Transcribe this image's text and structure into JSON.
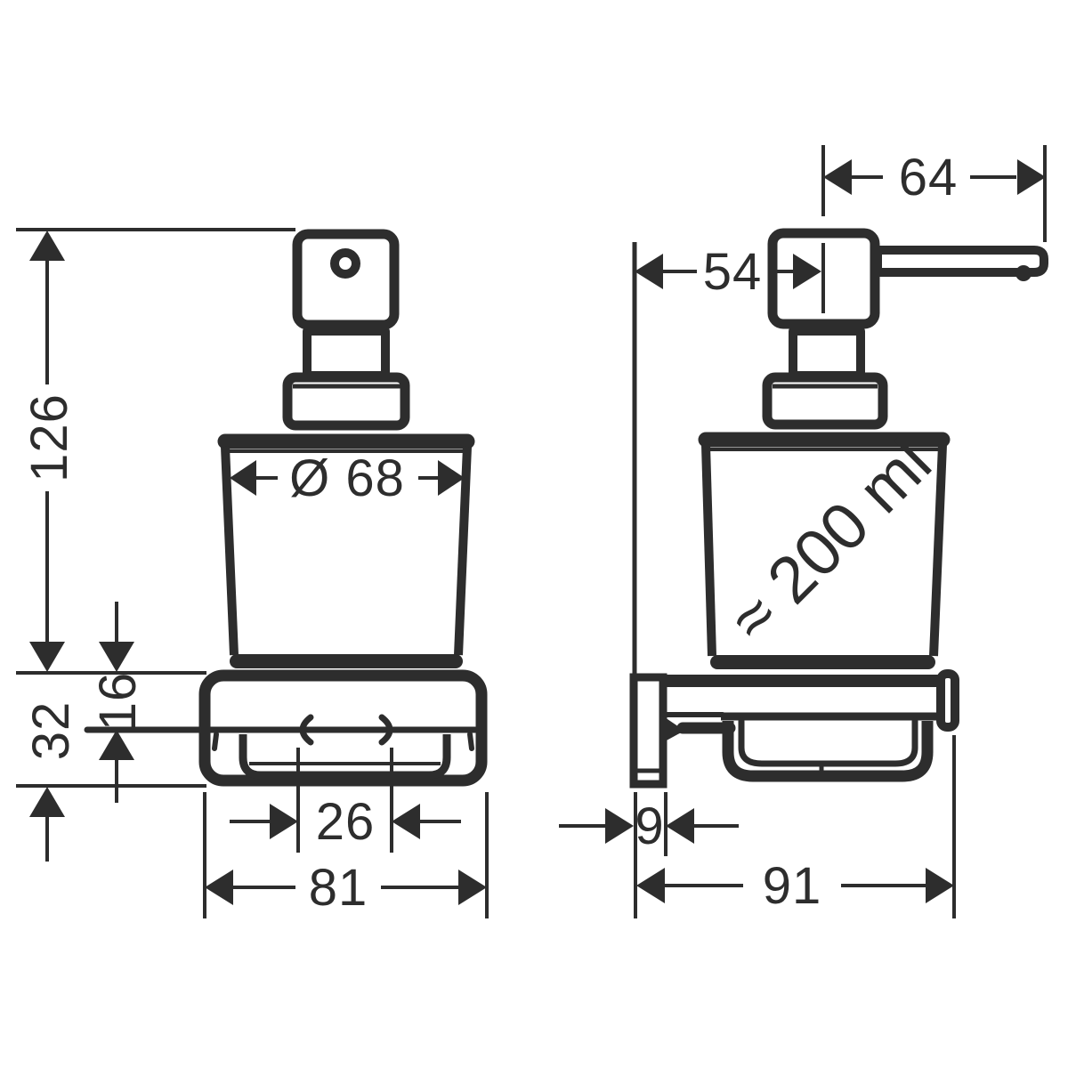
{
  "colors": {
    "line": "#2d2d2d",
    "background": "#ffffff"
  },
  "views": {
    "front": {
      "dims": {
        "total_height": "126",
        "holder_height": "32",
        "rim_height": "16",
        "diameter": "Ø 68",
        "screw_spacing": "26",
        "width": "81"
      }
    },
    "side": {
      "dims": {
        "spout_reach": "64",
        "wall_to_center": "54",
        "capacity": "≈ 200 ml",
        "plate_thickness": "9",
        "depth": "91"
      }
    }
  }
}
